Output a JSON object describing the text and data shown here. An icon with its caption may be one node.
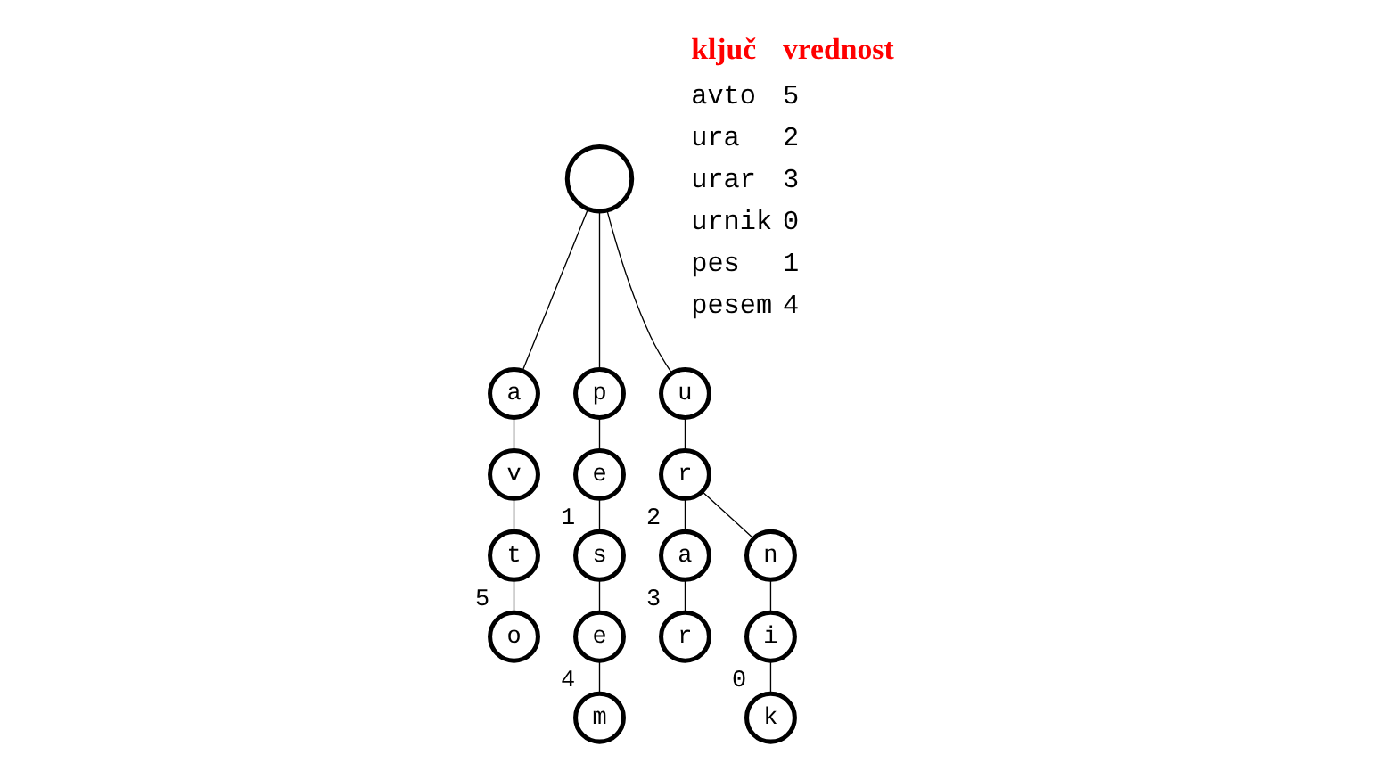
{
  "diagram": {
    "nodes": [
      {
        "text": [],
        "shape": "circle"
      },
      {
        "text": [
          "a"
        ]
      },
      {
        "text": [
          "p"
        ]
      },
      {
        "text": [
          "u"
        ]
      },
      {
        "text": [
          "v"
        ]
      },
      {
        "text": [
          "e"
        ]
      },
      {
        "text": [
          "r"
        ]
      },
      {
        "text": [
          "t"
        ]
      },
      {
        "text": [
          "s"
        ],
        "beside": [
          "1"
        ]
      },
      {
        "text": [
          "a"
        ],
        "beside": [
          "2"
        ]
      },
      {
        "text": [
          "n"
        ]
      },
      {
        "text": [
          "o"
        ],
        "beside": [
          "5"
        ]
      },
      {
        "text": [
          "e"
        ]
      },
      {
        "text": [
          "r"
        ],
        "beside": [
          "3"
        ]
      },
      {
        "text": [
          "i"
        ]
      },
      {
        "text": [
          "m"
        ],
        "beside": [
          "4"
        ]
      },
      {
        "text": [
          "k"
        ],
        "beside": [
          "0"
        ]
      }
    ],
    "edges": [
      {
        "from": 0,
        "to": 1,
        "arrow": "none"
      },
      {
        "from": 0,
        "to": 2,
        "arrow": "none"
      },
      {
        "from": 0,
        "to": 3,
        "arrow": "none"
      },
      {
        "from": 1,
        "to": 4,
        "arrow": "none"
      },
      {
        "from": 2,
        "to": 5,
        "arrow": "none"
      },
      {
        "from": 3,
        "to": 6,
        "arrow": "none"
      },
      {
        "from": 4,
        "to": 7,
        "arrow": "none"
      },
      {
        "from": 5,
        "to": 8,
        "arrow": "none"
      },
      {
        "from": 6,
        "to": 9,
        "arrow": "none"
      },
      {
        "from": 6,
        "to": 10,
        "arrow": "none"
      },
      {
        "from": 7,
        "to": 11,
        "arrow": "none"
      },
      {
        "from": 8,
        "to": 12,
        "arrow": "none"
      },
      {
        "from": 9,
        "to": 13,
        "arrow": "none"
      },
      {
        "from": 10,
        "to": 14,
        "arrow": "none"
      },
      {
        "from": 12,
        "to": 15,
        "arrow": "none"
      },
      {
        "from": 14,
        "to": 16,
        "arrow": "none"
      }
    ],
    "labels": [
      "ključ",
      "vrednost",
      "avto",
      "5",
      "ura",
      "2",
      "urar",
      "3",
      "urnik",
      "0",
      "pes",
      "1",
      "pesem",
      "4"
    ]
  }
}
